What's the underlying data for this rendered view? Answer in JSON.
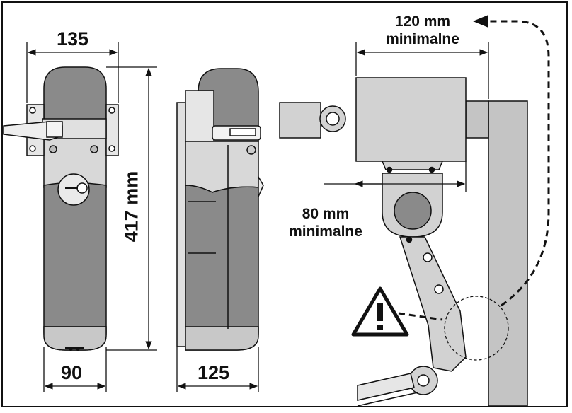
{
  "dimensions": {
    "width_top": "135",
    "width_bottom": "90",
    "height": "417 mm",
    "side_depth": "125"
  },
  "clearances": {
    "top_value": "120 mm",
    "top_note": "minimalne",
    "mid_value": "80 mm",
    "mid_note": "minimalne"
  },
  "icons": [
    "warning-triangle-icon"
  ],
  "colors": {
    "body_gray": "#8a8a8a",
    "light_gray": "#d2d2d2",
    "line": "#111111"
  }
}
